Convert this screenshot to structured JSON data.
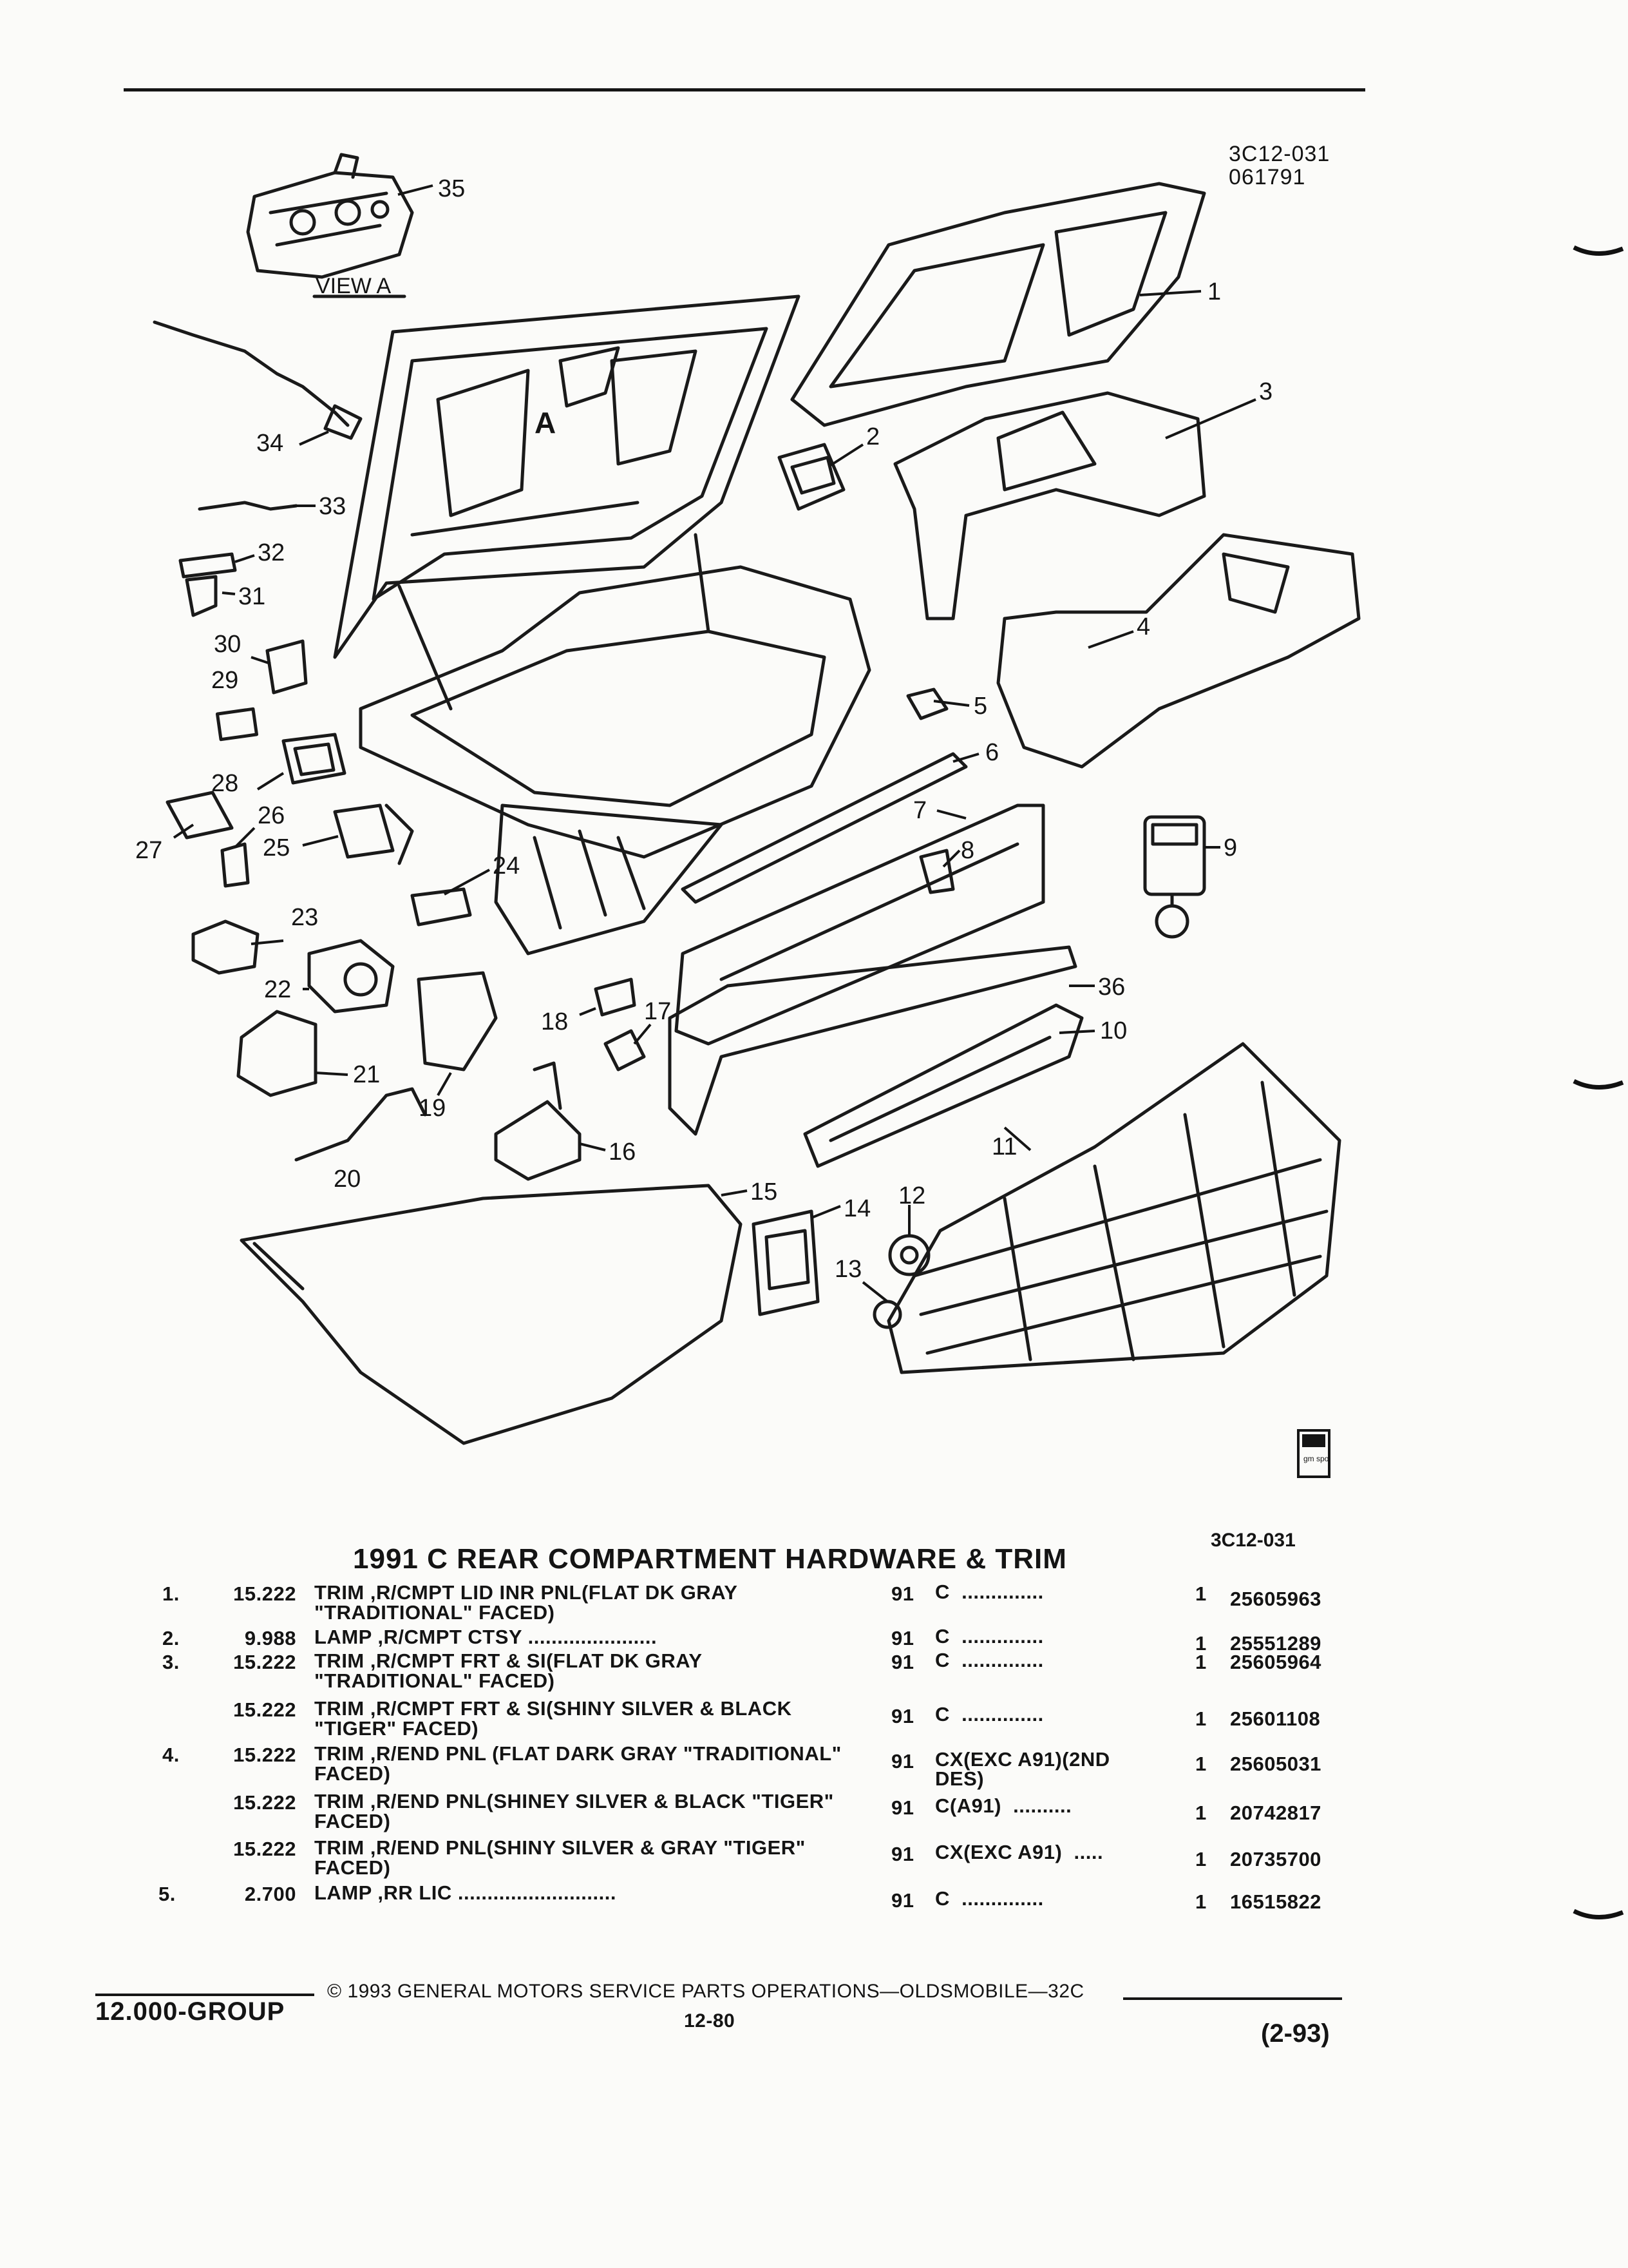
{
  "header": {
    "ref_code": "3C12-031",
    "ref_date": "061791"
  },
  "diagram": {
    "view_label": "VIEW  A",
    "detail_marker": "A",
    "callouts": [
      "1",
      "2",
      "3",
      "4",
      "5",
      "6",
      "7",
      "8",
      "9",
      "10",
      "11",
      "12",
      "13",
      "14",
      "15",
      "16",
      "17",
      "18",
      "19",
      "20",
      "21",
      "22",
      "23",
      "24",
      "25",
      "26",
      "27",
      "28",
      "29",
      "30",
      "31",
      "32",
      "33",
      "34",
      "35",
      "36"
    ],
    "badge_text": "gm spo",
    "figure_code": "3C12-031"
  },
  "parts_list": {
    "title": "1991 C REAR COMPARTMENT HARDWARE & TRIM",
    "rows": [
      {
        "item": "1.",
        "group": "15.222",
        "desc": "TRIM ,R/CMPT LID INR PNL(FLAT DK GRAY \"TRADITIONAL\" FACED)",
        "year": "91",
        "option": "C  ..............",
        "qty": "1",
        "part": "25605963"
      },
      {
        "item": "2.",
        "group": "9.988",
        "desc": "LAMP ,R/CMPT CTSY  ......................",
        "year": "91",
        "option": "C  ..............",
        "qty": "1",
        "part": "25551289"
      },
      {
        "item": "3.",
        "group": "15.222",
        "desc": "TRIM ,R/CMPT FRT & SI(FLAT DK GRAY \"TRADITIONAL\" FACED)",
        "year": "91",
        "option": "C  ..............",
        "qty": "1",
        "part": "25605964"
      },
      {
        "item": "",
        "group": "15.222",
        "desc": "TRIM ,R/CMPT FRT & SI(SHINY SILVER & BLACK \"TIGER\" FACED)",
        "year": "91",
        "option": "C  ..............",
        "qty": "1",
        "part": "25601108"
      },
      {
        "item": "4.",
        "group": "15.222",
        "desc": "TRIM ,R/END PNL (FLAT DARK GRAY \"TRADITIONAL\" FACED)",
        "year": "91",
        "option": "CX(EXC A91)(2ND\nDES)",
        "qty": "1",
        "part": "25605031"
      },
      {
        "item": "",
        "group": "15.222",
        "desc": "TRIM ,R/END PNL(SHINEY SILVER & BLACK \"TIGER\" FACED)",
        "year": "91",
        "option": "C(A91)  ..........",
        "qty": "1",
        "part": "20742817"
      },
      {
        "item": "",
        "group": "15.222",
        "desc": "TRIM ,R/END PNL(SHINY SILVER & GRAY \"TIGER\" FACED)",
        "year": "91",
        "option": "CX(EXC A91)  .....",
        "qty": "1",
        "part": "20735700"
      },
      {
        "item": "5.",
        "group": "2.700",
        "desc": "LAMP ,RR LIC  ...........................",
        "year": "91",
        "option": "C  ..............",
        "qty": "1",
        "part": "16515822"
      }
    ]
  },
  "footer": {
    "group": "12.000-GROUP",
    "copyright": "©  1993  GENERAL MOTORS SERVICE PARTS OPERATIONS—OLDSMOBILE—32C",
    "page": "12-80",
    "revision": "(2-93)"
  }
}
